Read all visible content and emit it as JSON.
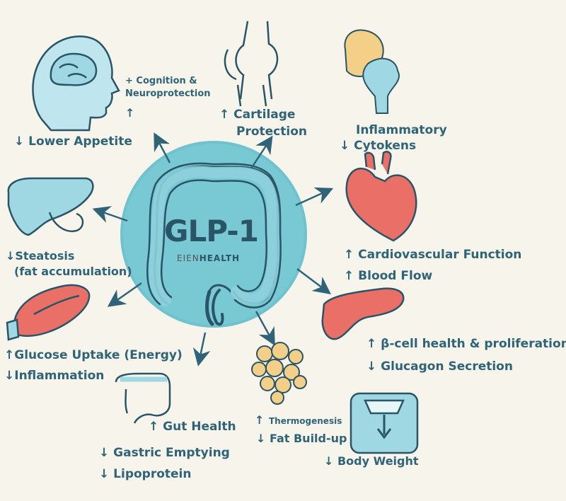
{
  "center": {
    "title": "GLP-1",
    "brand_light": "EIEN",
    "brand_bold": "HEALTH"
  },
  "labels": {
    "cognition_1": "+ Cognition &",
    "cognition_2": "Neuroprotection",
    "cognition_arrow": "↑",
    "appetite": "↓ Lower Appetite",
    "cartilage_1": "↑ Cartilage",
    "cartilage_2": "Protection",
    "cytokens_1": "Inflammatory",
    "cytokens_2": "↓  Cytokens",
    "steatosis_1": "↓Steatosis",
    "steatosis_2": "(fat accumulation)",
    "cardio": "↑ Cardiovascular Function",
    "bloodflow": "↑ Blood Flow",
    "glucose": "↑Glucose Uptake (Energy)",
    "inflammation": "↓Inflammation",
    "betacell": "↑ β-cell health & proliferation",
    "glucagon": "↓ Glucagon Secretion",
    "guthealth": "↑ Gut Health",
    "thermo_arrow": "↑",
    "thermo": "Thermogenesis",
    "fat_buildup": "↓ Fat Build-up",
    "gastric": "↓ Gastric Emptying",
    "lipoprotein": "↓ Lipoprotein",
    "bodyweight": "↓   Body Weight"
  },
  "colors": {
    "text": "#2f6478",
    "circle": "#6ec3cf",
    "organ_teal": "#9fd8e3",
    "organ_red": "#ea6f66",
    "fat": "#f3cf88",
    "background": "#f7f4ec"
  },
  "icons": [
    "brain-head-icon",
    "knee-joint-icon",
    "bone-joint-icon",
    "liver-icon",
    "heart-icon",
    "muscle-icon",
    "pancreas-icon",
    "intestine-icon",
    "fat-cells-icon",
    "scale-icon"
  ]
}
